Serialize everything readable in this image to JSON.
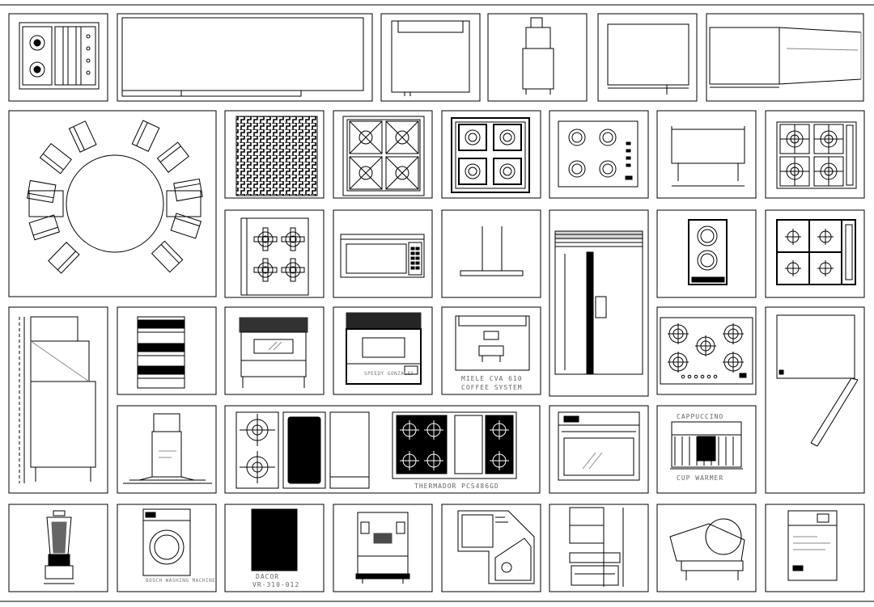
{
  "sheet": {
    "line_color": "#000000",
    "background": "#ffffff",
    "caption_color": "#666666"
  },
  "captions": {
    "coffee_line1": "MIELE CVA 610",
    "coffee_line2": "COFFEE SYSTEM",
    "rangetop_label": "THERMADOR PCS486GD",
    "warmer_label": "CUP WARMER",
    "warmer_top": "CAPPUCCINO",
    "range_badge": "SPEEDY GONZALES",
    "bosch_label": "BOSCH WASHING MACHINE",
    "dacor_line1": "DACOR",
    "dacor_line2": "VR-310-012"
  },
  "blocks": [
    {
      "id": "cooktop-small"
    },
    {
      "id": "long-counter"
    },
    {
      "id": "sink-cabinet"
    },
    {
      "id": "mixer-tall"
    },
    {
      "id": "undercounter"
    },
    {
      "id": "dishwasher-open"
    },
    {
      "id": "round-table"
    },
    {
      "id": "grille-vent"
    },
    {
      "id": "gas-cooktop-2x2"
    },
    {
      "id": "gas-cooktop-grid"
    },
    {
      "id": "electric-cooktop"
    },
    {
      "id": "bar-sink"
    },
    {
      "id": "rangetop-side"
    },
    {
      "id": "cooktop-4-burner"
    },
    {
      "id": "microwave"
    },
    {
      "id": "range-hood"
    },
    {
      "id": "fridge-side-by-side"
    },
    {
      "id": "domino-induction"
    },
    {
      "id": "grid-cooktop"
    },
    {
      "id": "warewasher-side"
    },
    {
      "id": "warming-drawer"
    },
    {
      "id": "range-30"
    },
    {
      "id": "range-36"
    },
    {
      "id": "coffee-system"
    },
    {
      "id": "cooktop-5-burner"
    },
    {
      "id": "door-swing"
    },
    {
      "id": "chimney-hood"
    },
    {
      "id": "modular-cooktops"
    },
    {
      "id": "rangetop-48"
    },
    {
      "id": "wall-oven"
    },
    {
      "id": "cup-warmer"
    },
    {
      "id": "blender"
    },
    {
      "id": "washing-machine"
    },
    {
      "id": "black-panel"
    },
    {
      "id": "espresso-machine"
    },
    {
      "id": "corner-sink"
    },
    {
      "id": "shelving-unit"
    },
    {
      "id": "meat-slicer"
    },
    {
      "id": "appliance-panel"
    }
  ]
}
